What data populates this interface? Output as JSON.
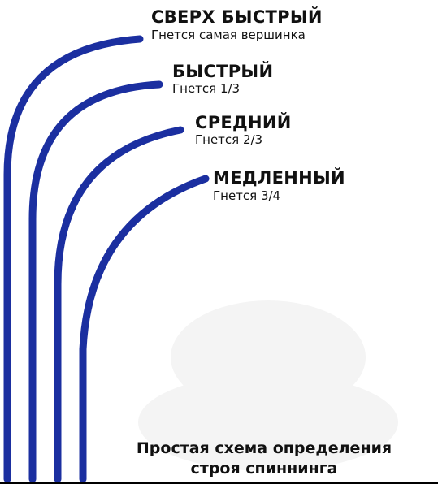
{
  "colors": {
    "rod": "#1b2fa0",
    "text": "#111111"
  },
  "rods": [
    {
      "title": "СВЕРХ БЫСТРЫЙ",
      "subtitle": "Гнется самая вершинка"
    },
    {
      "title": "БЫСТРЫЙ",
      "subtitle": "Гнется 1/3"
    },
    {
      "title": "СРЕДНИЙ",
      "subtitle": "Гнется 2/3"
    },
    {
      "title": "МЕДЛЕННЫЙ",
      "subtitle": "Гнется 3/4"
    }
  ],
  "caption": {
    "line1": "Простая схема определения",
    "line2": "строя спиннинга"
  }
}
